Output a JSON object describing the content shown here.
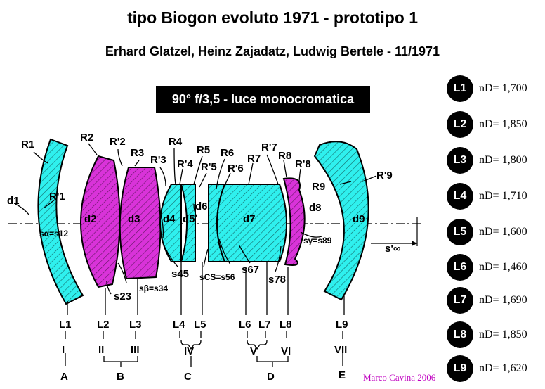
{
  "title": "tipo Biogon evoluto 1971 - prototipo 1",
  "subtitle": "Erhard Glatzel, Heinz Zajadatz, Ludwig Bertele - 11/1971",
  "banner": "90° f/3,5 - luce monocromatica",
  "legend": [
    {
      "badge": "L1",
      "nd": "nD= 1,700"
    },
    {
      "badge": "L2",
      "nd": "nD= 1,850"
    },
    {
      "badge": "L3",
      "nd": "nD= 1,800"
    },
    {
      "badge": "L4",
      "nd": "nD= 1,710"
    },
    {
      "badge": "L5",
      "nd": "nD= 1,600"
    },
    {
      "badge": "L6",
      "nd": "nD= 1,460"
    },
    {
      "badge": "L7",
      "nd": "nD= 1,690"
    },
    {
      "badge": "L8",
      "nd": "nD= 1,850"
    },
    {
      "badge": "L9",
      "nd": "nD= 1,620"
    }
  ],
  "diagram": {
    "surface_labels": {
      "R1": "R1",
      "R1p": "R'1",
      "R2": "R2",
      "R2p": "R'2",
      "R3": "R3",
      "R3p": "R'3",
      "R4": "R4",
      "R4p": "R'4",
      "R5": "R5",
      "R5p": "R'5",
      "R6": "R6",
      "R6p": "R'6",
      "R7": "R7",
      "R7p": "R'7",
      "R8": "R8",
      "R8p": "R'8",
      "R9": "R9",
      "R9p": "R'9"
    },
    "thickness_labels": {
      "d1": "d1",
      "d2": "d2",
      "d3": "d3",
      "d4": "d4",
      "d5": "d5",
      "d6": "d6",
      "d7": "d7",
      "d8": "d8",
      "d9": "d9"
    },
    "spacing_labels": {
      "s12": "sα=s12",
      "s23": "s23",
      "s34": "sβ=s34",
      "s45": "s45",
      "s56": "sCS=s56",
      "s67": "s67",
      "s78": "s78",
      "s89": "sγ=s89",
      "sinf": "s'∞"
    },
    "lens_labels": [
      "L1",
      "L2",
      "L3",
      "L4",
      "L5",
      "L6",
      "L7",
      "L8",
      "L9"
    ],
    "element_numerals": [
      "I",
      "II",
      "III",
      "IV",
      "V",
      "VI",
      "VII"
    ],
    "group_letters": [
      "A",
      "B",
      "C",
      "D",
      "E"
    ]
  },
  "colors": {
    "cyan": "#2ff0ee",
    "magenta": "#d933d9",
    "credit": "#c000c0"
  },
  "credit": "Marco Cavina 2006"
}
